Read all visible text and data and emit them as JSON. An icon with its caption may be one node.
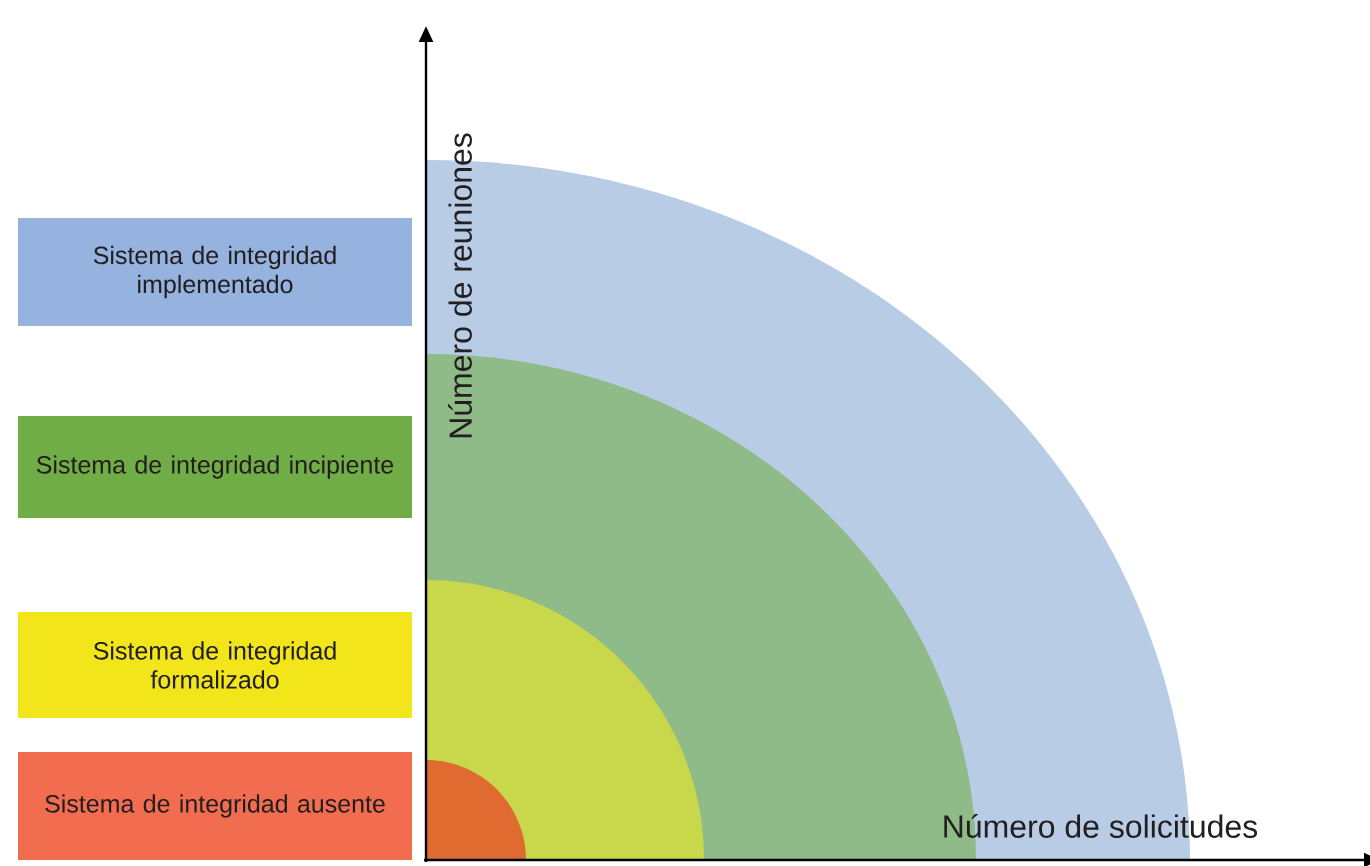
{
  "diagram": {
    "labels": [
      "Número de reuniones",
      "Número de solicitudes"
    ],
    "legend": [
      {
        "text": "Sistema de integridad implementado",
        "color": "#95b3de"
      },
      {
        "text": "Sistema de integridad incipiente",
        "color": "#70ad47"
      },
      {
        "text": "Sistema de integridad formalizado",
        "color": "#f2e61b"
      },
      {
        "text": "Sistema de integridad ausente",
        "color": "#f26c4f"
      }
    ]
  }
}
